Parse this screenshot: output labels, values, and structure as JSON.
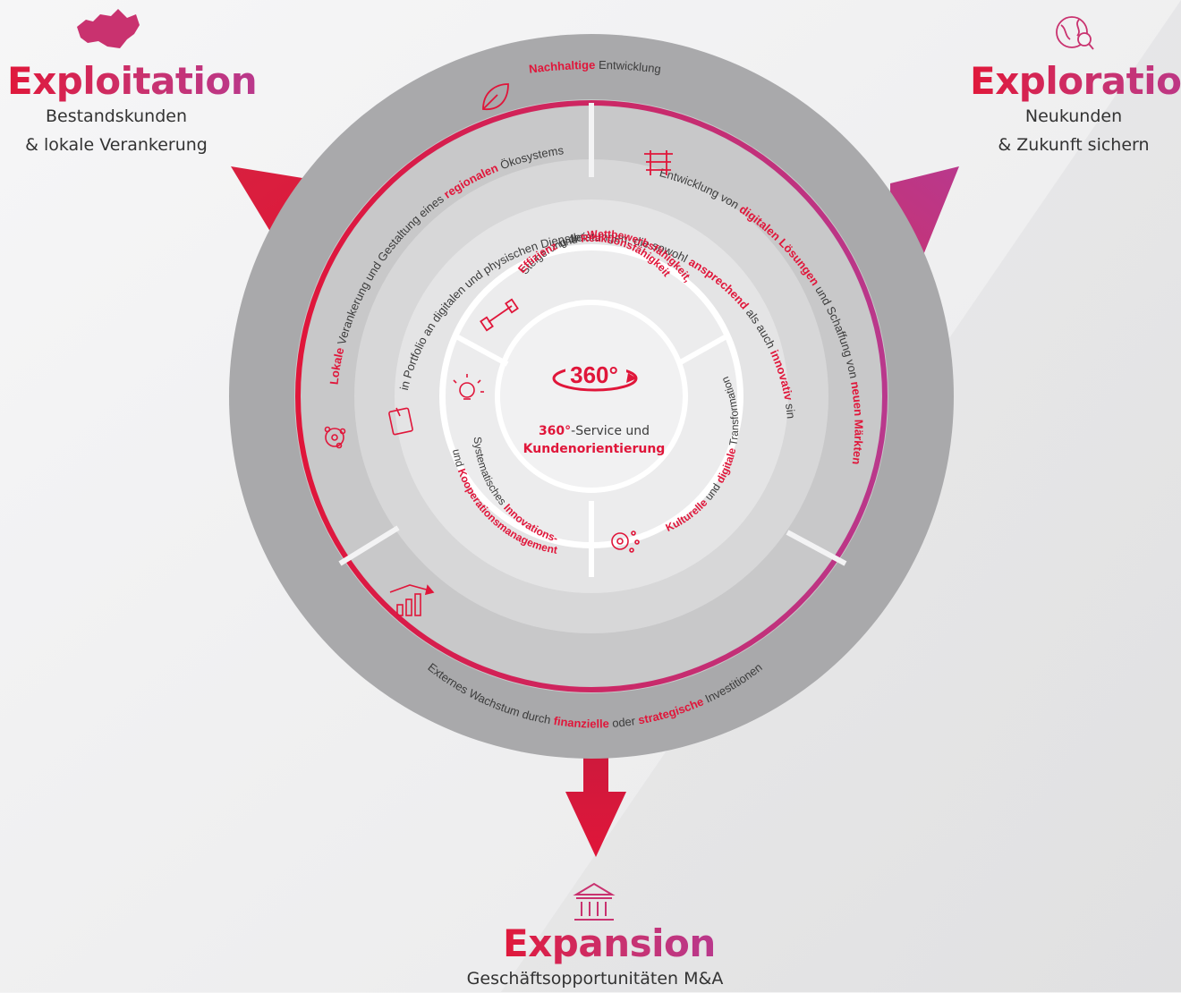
{
  "corners": {
    "exploitation": {
      "title": "Exploitation",
      "line1": "Bestandskunden",
      "line2": "& lokale Verankerung",
      "icon": "switzerland-map-icon"
    },
    "exploration": {
      "title": "Exploration",
      "line1": "Neukunden",
      "line2": "& Zukunft sichern",
      "icon": "globe-search-icon"
    },
    "expansion": {
      "title": "Expansion",
      "line1": "Geschäftsopportunitäten M&A",
      "icon": "bank-building-icon"
    }
  },
  "outer_ring": {
    "top": {
      "red": "Nachhaltige",
      "rest": " Entwicklung",
      "icon": "leaf-icon"
    },
    "bottom": {
      "a": "Externes Wachstum durch ",
      "b": "finanzielle",
      "c": " oder ",
      "d": "strategische",
      "e": " Investitionen",
      "icon": "growth-chart-icon"
    }
  },
  "middle_ring": {
    "left": {
      "a": "Lokale",
      "b": " Verankerung und Gestaltung eines ",
      "c": "regionalen",
      "d": " Ökosystems",
      "icon": "network-icon"
    },
    "right": {
      "a": "Entwicklung von ",
      "b": "digitalen Lösungen",
      "c": " und Schaffung von ",
      "d": "neuen Märkten",
      "icon": "ladder-icon"
    }
  },
  "inner_ring": {
    "text": {
      "a": "Ein Portfolio an digitalen und physischen Dienstleistungen, die sowohl ",
      "b": "ansprechend",
      "c": " als auch ",
      "d": "innovativ",
      "e": " sind"
    },
    "icon": "tablet-icon"
  },
  "core_ring": {
    "top": {
      "a": "Steigerung der ",
      "b": "Wettbewerbsfähigkeit,",
      "c": "Effizienz",
      "d": " und ",
      "e": "Reaktionsfähigkeit",
      "icon": "dumbbell-icon"
    },
    "left": {
      "a": "Systematisches ",
      "b": "Innovations-",
      "c": "und ",
      "d": "Kooperationsmanagement",
      "icon": "lightbulb-icon"
    },
    "right": {
      "a": "Kulturelle",
      "b": " und ",
      "c": "digitale",
      "d": " Transformation",
      "icon": "gear-icon"
    }
  },
  "center": {
    "badge": "360°",
    "line1a": "360°",
    "line1b": "-Service und",
    "line2": "Kundenorientierung"
  },
  "colors": {
    "red": "#e0163a",
    "magenta": "#b9388c",
    "outer_ring": "#a9a9ab",
    "ring2": "#c8c8c9",
    "ring3": "#d7d7d8",
    "ring4": "#e4e4e5",
    "core": "#f1f1f2"
  }
}
